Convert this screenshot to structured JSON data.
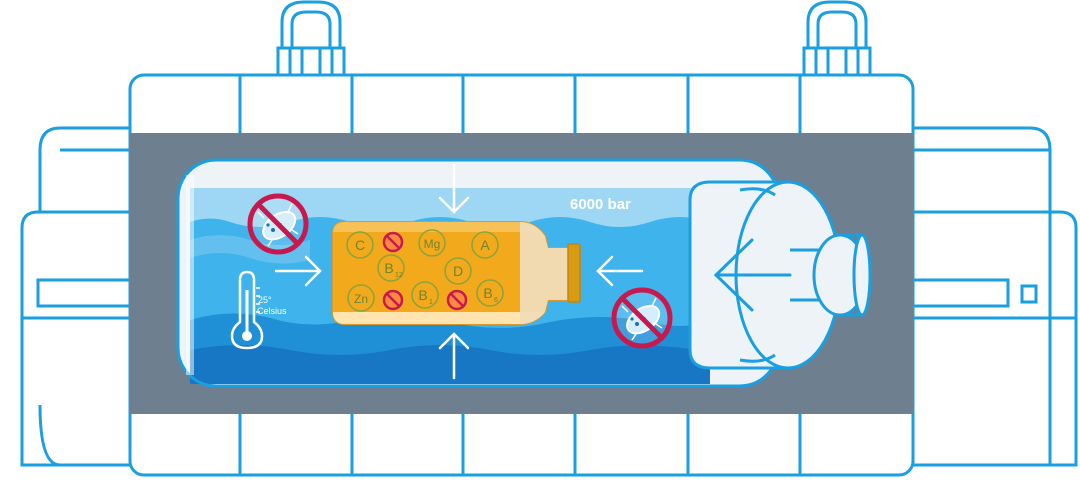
{
  "pressure": {
    "label": "6000 bar"
  },
  "thermometer": {
    "temp": "25°",
    "unit": "Celsius"
  },
  "nutrients": [
    {
      "id": "c",
      "main": "C",
      "sub": ""
    },
    {
      "id": "mg",
      "main": "Mg",
      "sub": ""
    },
    {
      "id": "a",
      "main": "A",
      "sub": ""
    },
    {
      "id": "b12",
      "main": "B",
      "sub": "12"
    },
    {
      "id": "d",
      "main": "D",
      "sub": ""
    },
    {
      "id": "zn",
      "main": "Zn",
      "sub": ""
    },
    {
      "id": "b1",
      "main": "B",
      "sub": "1"
    },
    {
      "id": "b6",
      "main": "B",
      "sub": "6"
    }
  ],
  "colors": {
    "outline": "#1a9fe0",
    "water": "#3fb3ec",
    "chamber": "#6e7f8f",
    "juice": "#f2aa1c",
    "forbidden": "#c8194f"
  },
  "icons": [
    "bacteria-forbidden-icon",
    "thermometer-icon",
    "pressure-arrow-icon",
    "plunger-arrow-icon"
  ]
}
